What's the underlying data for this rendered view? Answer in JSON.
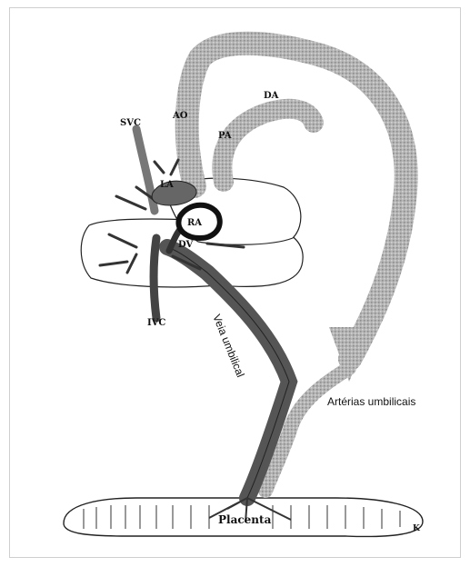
{
  "labels": {
    "ao": "AO",
    "da": "DA",
    "pa": "PA",
    "svc": "SVC",
    "la": "LA",
    "ra": "RA",
    "dv": "DV",
    "ivc": "IVC",
    "veia_umbilical": "Veia umbilical",
    "arterias_umbilicais": "Artérias umbilicais",
    "placenta": "Placenta",
    "corner_mark": "K"
  },
  "colors": {
    "artery_fill": "#a9a9a9",
    "vein_fill": "#555555",
    "outline": "#222222",
    "background": "#ffffff"
  }
}
